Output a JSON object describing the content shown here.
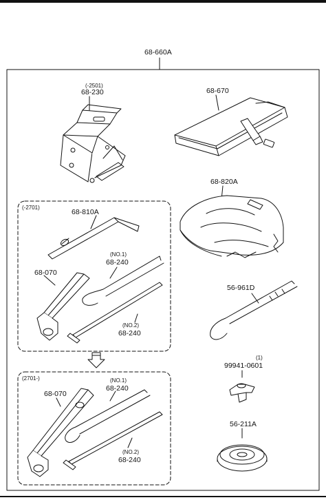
{
  "diagram": {
    "kit_part": "68-660A",
    "jack": {
      "qualifier": "(-2501)",
      "part": "68-230"
    },
    "tool_bag": {
      "part": "68-670"
    },
    "cover": {
      "part": "68-820A"
    },
    "hook": {
      "part": "56-961D"
    },
    "wing_nut": {
      "qualifier": "(1)",
      "part": "99941-0601"
    },
    "cup": {
      "part": "56-211A"
    },
    "group_a": {
      "label": "(-2701)",
      "handle": "68-810A",
      "wrench": "68-070",
      "bar1_qualifier": "(NO.1)",
      "bar1_part": "68-240",
      "bar2_qualifier": "(NO.2)",
      "bar2_part": "68-240"
    },
    "group_b": {
      "label": "(2701-)",
      "wrench": "68-070",
      "bar1_qualifier": "(NO.1)",
      "bar1_part": "68-240",
      "bar2_qualifier": "(NO.2)",
      "bar2_part": "68-240"
    }
  }
}
